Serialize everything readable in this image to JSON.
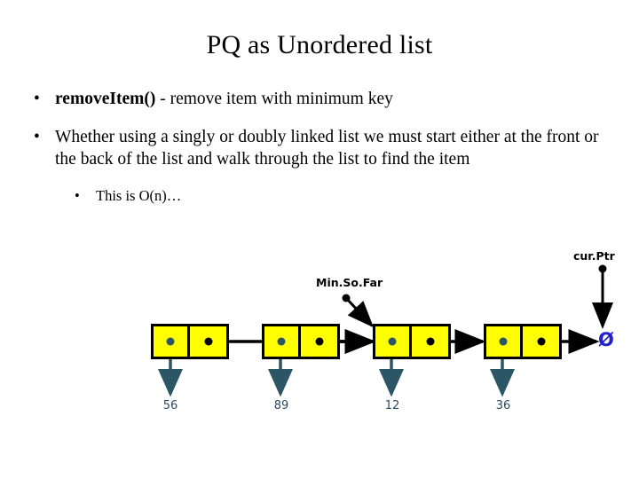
{
  "slide": {
    "title": "PQ as Unordered list",
    "bullets": [
      {
        "level": 1,
        "marker": "•",
        "lead": "removeItem()",
        "rest": " - remove item with minimum key"
      },
      {
        "level": 1,
        "marker": "•",
        "lead": "",
        "rest": "Whether using a singly or doubly linked list we must start either at the front or the back of the list and walk through the list to find the item"
      },
      {
        "level": 2,
        "marker": "•",
        "lead": "",
        "rest": "This is O(n)…"
      }
    ]
  },
  "diagram": {
    "type": "singly-linked-list",
    "null_symbol": "Ø",
    "node_fill": "#FFFF00",
    "node_border": "#000000",
    "data_pointer_color": "#2C5566",
    "next_pointer_color": "#000000",
    "value_text_color": "#2E4A63",
    "null_color": "#2222CC",
    "nodes": [
      {
        "value": "56",
        "data_dot": "data-dot",
        "next_dot": "next-dot"
      },
      {
        "value": "89",
        "data_dot": "data-dot",
        "next_dot": "next-dot"
      },
      {
        "value": "12",
        "data_dot": "data-dot",
        "next_dot": "next-dot"
      },
      {
        "value": "36",
        "data_dot": "data-dot",
        "next_dot": "next-dot"
      }
    ],
    "annotations": [
      {
        "name": "minsofar",
        "label": "Min.So.Far",
        "points_to_node_index": 2
      },
      {
        "name": "curptr",
        "label": "cur.Ptr",
        "points_to": "null"
      }
    ]
  }
}
